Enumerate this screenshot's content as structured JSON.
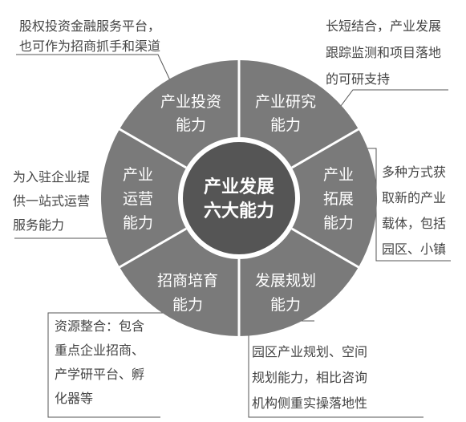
{
  "center": {
    "lines": [
      "产业发展",
      "六大能力"
    ],
    "color": "#555555"
  },
  "ring": {
    "color": "#7a7a7a",
    "divider_color": "#ffffff"
  },
  "segments": [
    {
      "id": "investment",
      "label_lines": [
        "产业投资",
        "能力"
      ],
      "note_lines": [
        "股权投资金融服务平台，",
        "也可作为招商抓手和渠道"
      ]
    },
    {
      "id": "research",
      "label_lines": [
        "产业研究",
        "能力"
      ],
      "note_lines": [
        "长短结合，产业发展",
        "跟踪监测和项目落地",
        "的可研支持"
      ]
    },
    {
      "id": "expansion",
      "label_lines": [
        "产业",
        "拓展",
        "能力"
      ],
      "note_lines": [
        "多种方式获",
        "取新的产业",
        "载体，包括",
        "园区、小镇"
      ]
    },
    {
      "id": "planning",
      "label_lines": [
        "发展规划",
        "能力"
      ],
      "note_lines": [
        "园区产业规划、空间",
        "规划能力，相比咨询",
        "机构侧重实操落地性"
      ]
    },
    {
      "id": "incubation",
      "label_lines": [
        "招商培育",
        "能力"
      ],
      "note_lines": [
        "资源整合：包含",
        "重点企业招商、",
        "产学研平台、孵",
        "化器等"
      ]
    },
    {
      "id": "operation",
      "label_lines": [
        "产业",
        "运营",
        "能力"
      ],
      "note_lines": [
        "为入驻企业提",
        "供一站式运营",
        "服务能力"
      ]
    }
  ]
}
